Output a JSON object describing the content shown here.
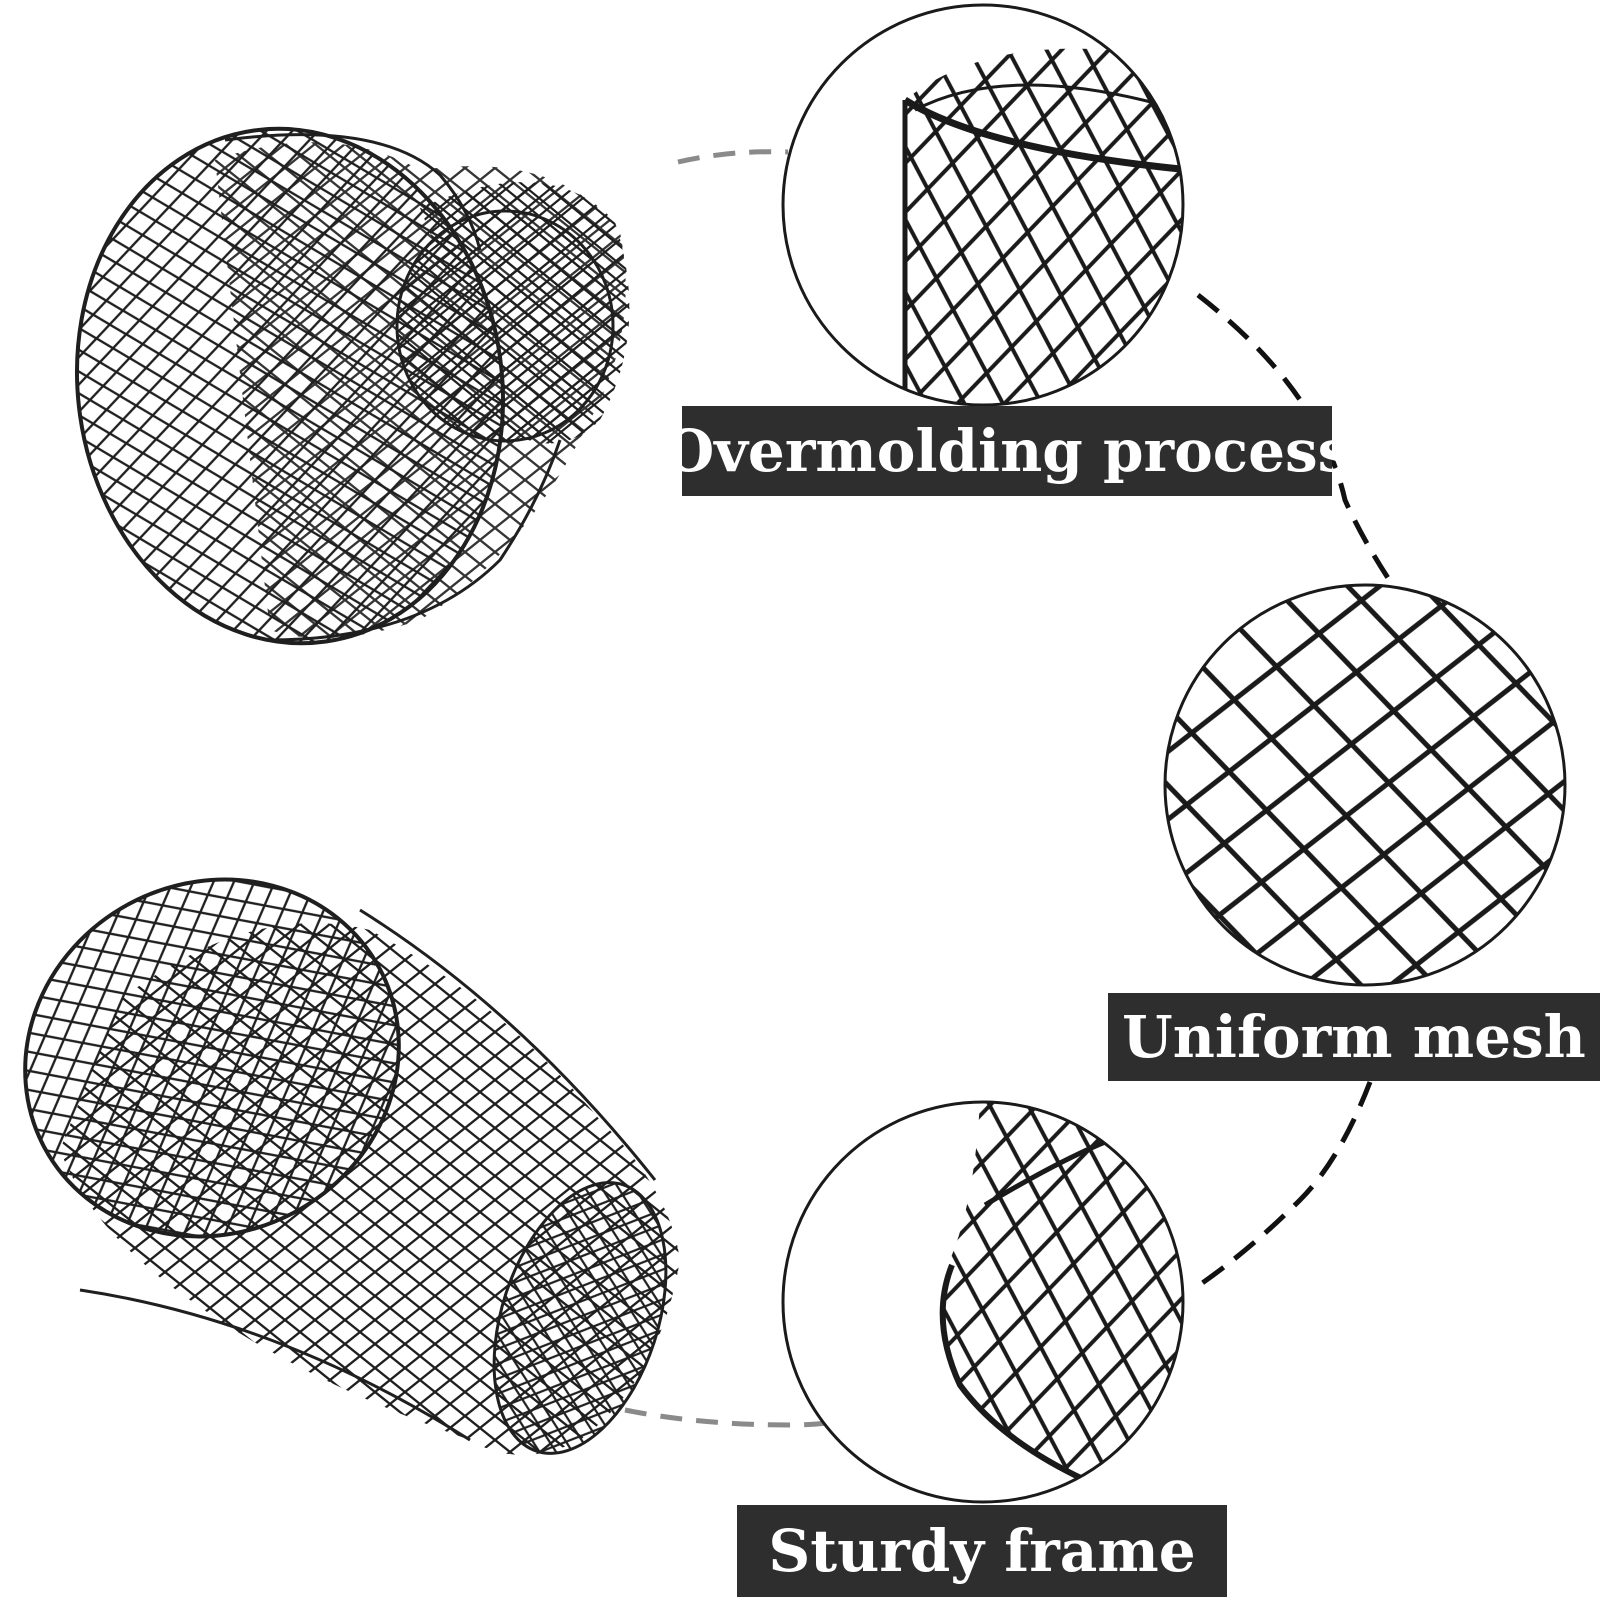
{
  "labels": {
    "overmolding": "Overmolding process",
    "uniform_mesh": "Uniform mesh",
    "sturdy_frame": "Sturdy frame"
  },
  "colors": {
    "background": "#ffffff",
    "label_bg": "#2e2e2e",
    "label_text": "#ffffff",
    "mesh": "#1f1f1f",
    "connector_dark": "#111111",
    "connector_light": "#8a8a8a"
  },
  "icons": {
    "basket_top": "wire-mesh-basket",
    "basket_bottom": "wire-mesh-basket",
    "detail_rim": "mesh-rim-closeup",
    "detail_mesh": "diamond-mesh-closeup",
    "detail_frame": "mesh-frame-closeup"
  }
}
